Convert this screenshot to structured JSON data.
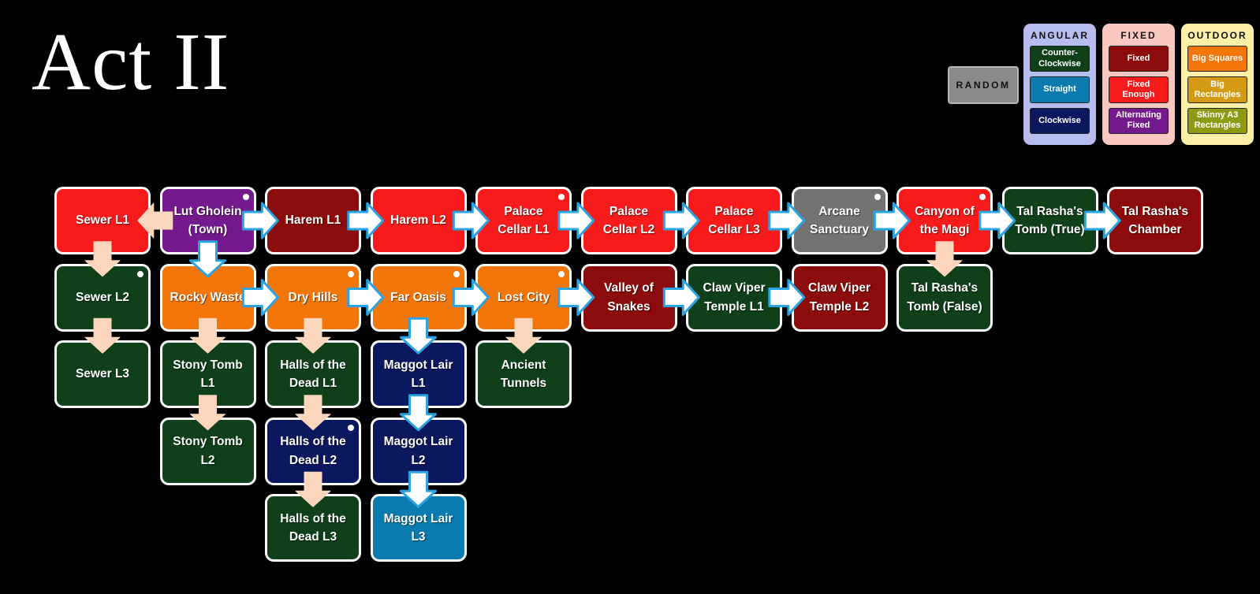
{
  "title": "Act II",
  "random_label": "RANDOM",
  "legend": [
    {
      "heading": "ANGULAR",
      "bg": "#b8bdf0",
      "items": [
        {
          "label": "Counter-\nClockwise",
          "color": "#0f4019"
        },
        {
          "label": "Straight",
          "color": "#0b7aae"
        },
        {
          "label": "Clockwise",
          "color": "#0b1860"
        }
      ]
    },
    {
      "heading": "FIXED",
      "bg": "#f9c8c0",
      "items": [
        {
          "label": "Fixed",
          "color": "#8c0b0b"
        },
        {
          "label": "Fixed\nEnough",
          "color": "#f71b1b"
        },
        {
          "label": "Alternating\nFixed",
          "color": "#741a8c"
        }
      ]
    },
    {
      "heading": "OUTDOOR",
      "bg": "#fbf0a6",
      "items": [
        {
          "label": "Big Squares",
          "color": "#f2760a"
        },
        {
          "label": "Big\nRectangles",
          "color": "#d39b13"
        },
        {
          "label": "Skinny A3\nRectangles",
          "color": "#8e9a14"
        }
      ]
    }
  ],
  "nodes": [
    {
      "id": "sewer-l1",
      "label": "Sewer L1",
      "color": "#f71b1b",
      "col": 0,
      "row": 0,
      "dot": false
    },
    {
      "id": "lut-gholein",
      "label": "Lut Gholein\n(Town)",
      "color": "#741a8c",
      "col": 1,
      "row": 0,
      "dot": true
    },
    {
      "id": "harem-l1",
      "label": "Harem L1",
      "color": "#8c0b0b",
      "col": 2,
      "row": 0,
      "dot": false
    },
    {
      "id": "harem-l2",
      "label": "Harem L2",
      "color": "#f71b1b",
      "col": 3,
      "row": 0,
      "dot": false
    },
    {
      "id": "palace-cellar-l1",
      "label": "Palace\nCellar L1",
      "color": "#f71b1b",
      "col": 4,
      "row": 0,
      "dot": true
    },
    {
      "id": "palace-cellar-l2",
      "label": "Palace\nCellar L2",
      "color": "#f71b1b",
      "col": 5,
      "row": 0,
      "dot": false
    },
    {
      "id": "palace-cellar-l3",
      "label": "Palace\nCellar L3",
      "color": "#f71b1b",
      "col": 6,
      "row": 0,
      "dot": false
    },
    {
      "id": "arcane-sanctuary",
      "label": "Arcane\nSanctuary",
      "color": "#737373",
      "col": 7,
      "row": 0,
      "dot": true
    },
    {
      "id": "canyon-of-the-magi",
      "label": "Canyon of\nthe Magi",
      "color": "#f71b1b",
      "col": 8,
      "row": 0,
      "dot": true
    },
    {
      "id": "tal-rashas-tomb-true",
      "label": "Tal Rasha's\nTomb (True)",
      "color": "#0f4019",
      "col": 9,
      "row": 0,
      "dot": false
    },
    {
      "id": "tal-rashas-chamber",
      "label": "Tal Rasha's\nChamber",
      "color": "#8c0b0b",
      "col": 10,
      "row": 0,
      "dot": false
    },
    {
      "id": "sewer-l2",
      "label": "Sewer L2",
      "color": "#0f4019",
      "col": 0,
      "row": 1,
      "dot": true
    },
    {
      "id": "rocky-waste",
      "label": "Rocky Waste",
      "color": "#f2760a",
      "col": 1,
      "row": 1,
      "dot": false
    },
    {
      "id": "dry-hills",
      "label": "Dry Hills",
      "color": "#f2760a",
      "col": 2,
      "row": 1,
      "dot": true
    },
    {
      "id": "far-oasis",
      "label": "Far Oasis",
      "color": "#f2760a",
      "col": 3,
      "row": 1,
      "dot": true
    },
    {
      "id": "lost-city",
      "label": "Lost City",
      "color": "#f2760a",
      "col": 4,
      "row": 1,
      "dot": true
    },
    {
      "id": "valley-of-snakes",
      "label": "Valley of\nSnakes",
      "color": "#8c0b0b",
      "col": 5,
      "row": 1,
      "dot": false
    },
    {
      "id": "claw-viper-temple-l1",
      "label": "Claw Viper\nTemple L1",
      "color": "#0f4019",
      "col": 6,
      "row": 1,
      "dot": false
    },
    {
      "id": "claw-viper-temple-l2",
      "label": "Claw Viper\nTemple L2",
      "color": "#8c0b0b",
      "col": 7,
      "row": 1,
      "dot": false
    },
    {
      "id": "tal-rashas-tomb-false",
      "label": "Tal Rasha's\nTomb (False)",
      "color": "#0f4019",
      "col": 8,
      "row": 1,
      "dot": false
    },
    {
      "id": "sewer-l3",
      "label": "Sewer L3",
      "color": "#0f4019",
      "col": 0,
      "row": 2,
      "dot": false
    },
    {
      "id": "stony-tomb-l1",
      "label": "Stony Tomb\nL1",
      "color": "#0f4019",
      "col": 1,
      "row": 2,
      "dot": false
    },
    {
      "id": "halls-of-the-dead-l1",
      "label": "Halls of the\nDead L1",
      "color": "#0f4019",
      "col": 2,
      "row": 2,
      "dot": false
    },
    {
      "id": "maggot-lair-l1",
      "label": "Maggot Lair\nL1",
      "color": "#0b1860",
      "col": 3,
      "row": 2,
      "dot": false
    },
    {
      "id": "ancient-tunnels",
      "label": "Ancient\nTunnels",
      "color": "#0f4019",
      "col": 4,
      "row": 2,
      "dot": false
    },
    {
      "id": "stony-tomb-l2",
      "label": "Stony Tomb\nL2",
      "color": "#0f4019",
      "col": 1,
      "row": 3,
      "dot": false
    },
    {
      "id": "halls-of-the-dead-l2",
      "label": "Halls of the\nDead L2",
      "color": "#0b1860",
      "col": 2,
      "row": 3,
      "dot": true
    },
    {
      "id": "maggot-lair-l2",
      "label": "Maggot Lair\nL2",
      "color": "#0b1860",
      "col": 3,
      "row": 3,
      "dot": false
    },
    {
      "id": "halls-of-the-dead-l3",
      "label": "Halls of the\nDead L3",
      "color": "#0f4019",
      "col": 2,
      "row": 4,
      "dot": false
    },
    {
      "id": "maggot-lair-l3",
      "label": "Maggot Lair\nL3",
      "color": "#0b7aae",
      "col": 3,
      "row": 4,
      "dot": false
    }
  ],
  "arrows": [
    {
      "from": "lut-gholein",
      "to": "sewer-l1",
      "style": "peach"
    },
    {
      "from": "lut-gholein",
      "to": "harem-l1",
      "style": "blue"
    },
    {
      "from": "harem-l1",
      "to": "harem-l2",
      "style": "blue"
    },
    {
      "from": "harem-l2",
      "to": "palace-cellar-l1",
      "style": "blue"
    },
    {
      "from": "palace-cellar-l1",
      "to": "palace-cellar-l2",
      "style": "blue"
    },
    {
      "from": "palace-cellar-l2",
      "to": "palace-cellar-l3",
      "style": "blue"
    },
    {
      "from": "palace-cellar-l3",
      "to": "arcane-sanctuary",
      "style": "blue"
    },
    {
      "from": "arcane-sanctuary",
      "to": "canyon-of-the-magi",
      "style": "blue"
    },
    {
      "from": "canyon-of-the-magi",
      "to": "tal-rashas-tomb-true",
      "style": "blue"
    },
    {
      "from": "tal-rashas-tomb-true",
      "to": "tal-rashas-chamber",
      "style": "blue"
    },
    {
      "from": "sewer-l1",
      "to": "sewer-l2",
      "style": "peach"
    },
    {
      "from": "sewer-l2",
      "to": "sewer-l3",
      "style": "peach"
    },
    {
      "from": "lut-gholein",
      "to": "rocky-waste",
      "style": "blue"
    },
    {
      "from": "rocky-waste",
      "to": "dry-hills",
      "style": "blue"
    },
    {
      "from": "dry-hills",
      "to": "far-oasis",
      "style": "blue"
    },
    {
      "from": "far-oasis",
      "to": "lost-city",
      "style": "blue"
    },
    {
      "from": "lost-city",
      "to": "valley-of-snakes",
      "style": "blue"
    },
    {
      "from": "valley-of-snakes",
      "to": "claw-viper-temple-l1",
      "style": "blue"
    },
    {
      "from": "claw-viper-temple-l1",
      "to": "claw-viper-temple-l2",
      "style": "blue"
    },
    {
      "from": "canyon-of-the-magi",
      "to": "tal-rashas-tomb-false",
      "style": "peach"
    },
    {
      "from": "rocky-waste",
      "to": "stony-tomb-l1",
      "style": "peach"
    },
    {
      "from": "stony-tomb-l1",
      "to": "stony-tomb-l2",
      "style": "peach"
    },
    {
      "from": "dry-hills",
      "to": "halls-of-the-dead-l1",
      "style": "peach"
    },
    {
      "from": "halls-of-the-dead-l1",
      "to": "halls-of-the-dead-l2",
      "style": "peach"
    },
    {
      "from": "halls-of-the-dead-l2",
      "to": "halls-of-the-dead-l3",
      "style": "peach"
    },
    {
      "from": "far-oasis",
      "to": "maggot-lair-l1",
      "style": "blue"
    },
    {
      "from": "maggot-lair-l1",
      "to": "maggot-lair-l2",
      "style": "blue"
    },
    {
      "from": "maggot-lair-l2",
      "to": "maggot-lair-l3",
      "style": "blue"
    },
    {
      "from": "lost-city",
      "to": "ancient-tunnels",
      "style": "peach"
    }
  ],
  "arrow_styles": {
    "blue": {
      "fill": "#ffffff",
      "stroke": "#2aa3e2"
    },
    "peach": {
      "fill": "#fcd5bd",
      "stroke": "#fcd5bd"
    }
  }
}
